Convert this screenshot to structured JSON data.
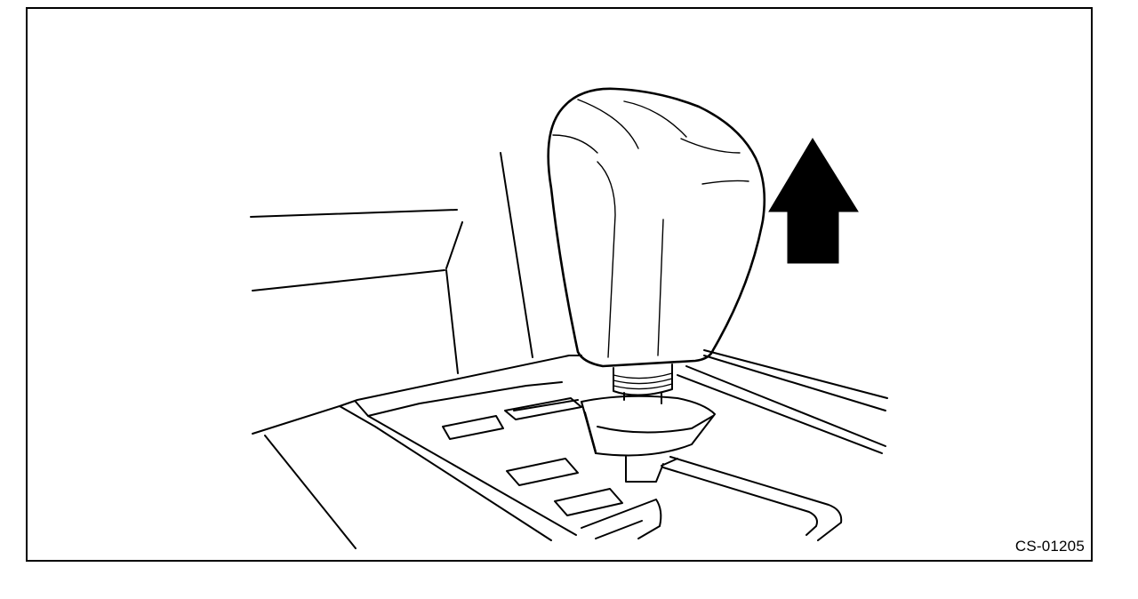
{
  "figure": {
    "code": "CS-01205",
    "subject": "shift-knob",
    "action_arrow": "up-arrow",
    "colors": {
      "line": "#000000",
      "background": "#ffffff",
      "arrow": "#000000"
    }
  }
}
